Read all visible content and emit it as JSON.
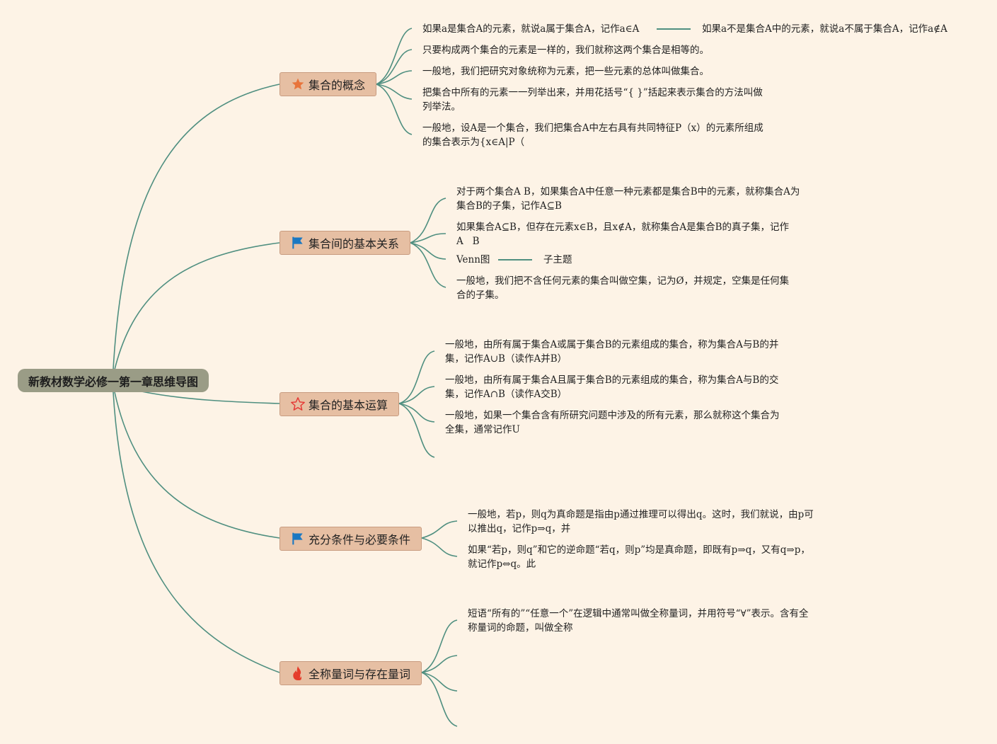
{
  "root": {
    "title": "新教材数学必修一第一章思维导图"
  },
  "colors": {
    "background": "#fdf3e6",
    "link": "#4f8f80",
    "branch_fill": "#e6bfa3",
    "root_fill": "#9a9c86"
  },
  "branches": [
    {
      "label": "集合的概念",
      "icon": "orange-star-icon",
      "leaves": [
        {
          "text": "如果a是集合A的元素，就说a属于集合A，记作a∈A",
          "sub": "如果a不是集合A中的元素，就说a不属于集合A，记作a∉A"
        },
        {
          "text": "只要构成两个集合的元素是一样的，我们就称这两个集合是相等的。"
        },
        {
          "text": "一般地，我们把研究对象统称为元素，把一些元素的总体叫做集合。"
        },
        {
          "text": "把集合中所有的元素一一列举出来，并用花括号“{ }”括起来表示集合的方法叫做",
          "text2": "列举法。"
        },
        {
          "text": "一般地，设A是一个集合，我们把集合A中左右具有共同特征P（x）的元素所组成",
          "text2": "的集合表示为{x∈A|P（"
        }
      ]
    },
    {
      "label": "集合间的基本关系",
      "icon": "blue-flag-icon",
      "leaves": [
        {
          "text": "对于两个集合A B，如果集合A中任意一种元素都是集合B中的元素，就称集合A为",
          "text2": "集合B的子集，记作A⊆B"
        },
        {
          "text": "如果集合A⊆B，但存在元素x∈B，且x∉A，就称集合A是集合B的真子集，记作",
          "text2": "A   B"
        },
        {
          "text": "Venn图",
          "sub": "子主题"
        },
        {
          "text": "一般地，我们把不含任何元素的集合叫做空集，记为Ø，并规定，空集是任何集",
          "text2": "合的子集。"
        }
      ]
    },
    {
      "label": "集合的基本运算",
      "icon": "red-outline-star-icon",
      "leaves": [
        {
          "text": "一般地，由所有属于集合A或属于集合B的元素组成的集合，称为集合A与B的并",
          "text2": "集，记作A∪B（读作A并B）"
        },
        {
          "text": "一般地，由所有属于集合A且属于集合B的元素组成的集合，称为集合A与B的交",
          "text2": "集，记作A∩B（读作A交B）"
        },
        {
          "text": "一般地，如果一个集合含有所研究问题中涉及的所有元素，那么就称这个集合为",
          "text2": "全集，通常记作U"
        },
        {
          "text": ""
        }
      ]
    },
    {
      "label": "充分条件与必要条件",
      "icon": "blue-flag-icon",
      "leaves": [
        {
          "text": "一般地，若p，则q为真命题是指由p通过推理可以得出q。这时，我们就说，由p可",
          "text2": "以推出q，记作p⇒q，并"
        },
        {
          "text": "如果“若p，则q”和它的逆命题“若q，则p”均是真命题，即既有p⇒q，又有q⇒p，",
          "text2": "就记作p⇔q。此"
        }
      ]
    },
    {
      "label": "全称量词与存在量词",
      "icon": "fire-icon",
      "leaves": [
        {
          "text": "短语“所有的”“任意一个”在逻辑中通常叫做全称量词，并用符号“∀”表示。含有全",
          "text2": "称量词的命题，叫做全称"
        },
        {
          "text": ""
        },
        {
          "text": ""
        },
        {
          "text": ""
        }
      ]
    }
  ]
}
